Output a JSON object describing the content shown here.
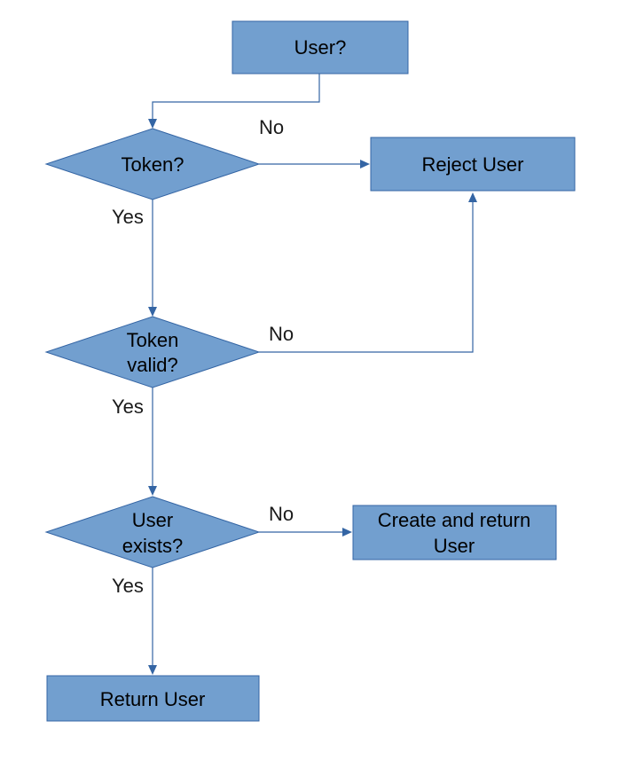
{
  "colors": {
    "shape_fill": "#729fcf",
    "shape_stroke": "#3465a4",
    "connector": "#3465a4"
  },
  "nodes": {
    "user_check": {
      "label": "User?"
    },
    "token_check": {
      "label": "Token?"
    },
    "reject_user": {
      "label": "Reject User"
    },
    "token_valid_check": {
      "label_line1": "Token",
      "label_line2": "valid?"
    },
    "user_exists_check": {
      "label_line1": "User",
      "label_line2": "exists?"
    },
    "create_return_user": {
      "label_line1": "Create and return",
      "label_line2": "User"
    },
    "return_user": {
      "label": "Return User"
    }
  },
  "edges": {
    "user_to_token": {
      "label": "No"
    },
    "token_to_valid": {
      "label": "Yes"
    },
    "valid_to_reject": {
      "label": "No"
    },
    "valid_to_exists": {
      "label": "Yes"
    },
    "exists_to_create": {
      "label": "No"
    },
    "exists_to_return": {
      "label": "Yes"
    }
  }
}
